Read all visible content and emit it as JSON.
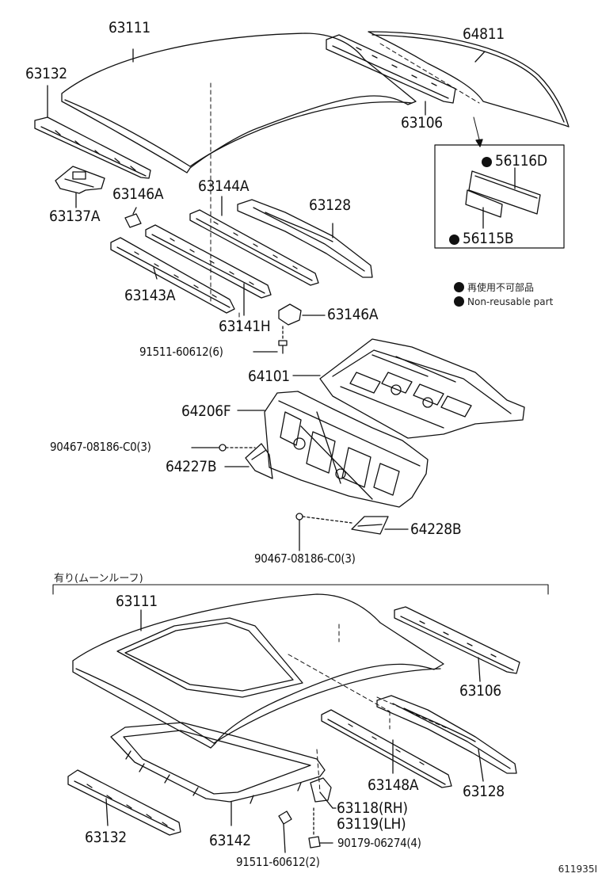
{
  "labels": {
    "p63111_top": "63111",
    "p64811": "64811",
    "p63132_top": "63132",
    "p63106_top": "63106",
    "p56116d": "56116D",
    "p56115b": "56115B",
    "p63146a_1": "63146A",
    "p63144a": "63144A",
    "p63128_top": "63128",
    "p63137a": "63137A",
    "p63143a": "63143A",
    "p63141h": "63141H",
    "p63146a_2": "63146A",
    "p91511_top": "91511-60612(6)",
    "p64101": "64101",
    "p64206f": "64206F",
    "p90467_a": "90467-08186-C0(3)",
    "p64227b": "64227B",
    "p64228b": "64228B",
    "p90467_b": "90467-08186-C0(3)",
    "p63111_bot": "63111",
    "p63106_bot": "63106",
    "p63148a": "63148A",
    "p63128_bot": "63128",
    "p63118": "63118(RH)",
    "p63119": "63119(LH)",
    "p63132_bot": "63132",
    "p63142": "63142",
    "p90179": "90179-06274(4)",
    "p91511_bot": "91511-60612(2)"
  },
  "legend": {
    "reuse_jp": "再使用不可部品",
    "reuse_en": "Non-reusable part"
  },
  "section_header": "有り(ムーンルーフ)",
  "figure_id": "611935I"
}
